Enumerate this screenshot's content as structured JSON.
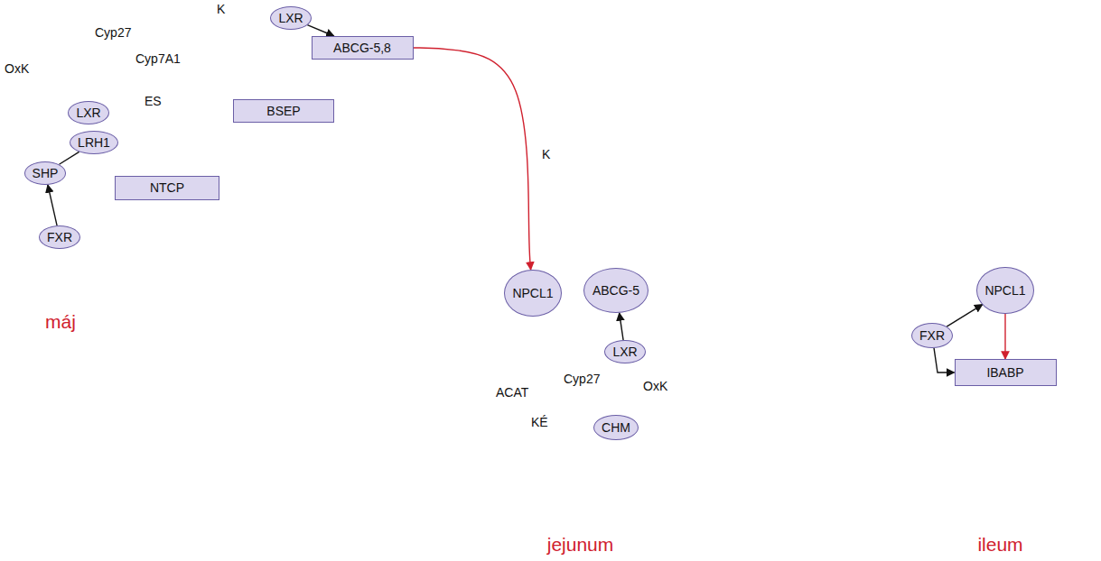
{
  "diagram": {
    "nodes": [
      {
        "text": [
          "máj"
        ]
      },
      {
        "text": [
          "LXR"
        ],
        "in": 0
      },
      {
        "text": [
          "ABCG-5,8"
        ],
        "in": 0
      },
      {
        "text": [
          "LXR"
        ],
        "in": 0
      },
      {
        "text": [
          "LRH1"
        ],
        "in": 0
      },
      {
        "text": [
          "SHP"
        ],
        "in": 0
      },
      {
        "text": [
          "FXR"
        ],
        "in": 0
      },
      {
        "text": [
          "BSEP"
        ],
        "in": 0
      },
      {
        "text": [
          "NTCP"
        ],
        "in": 0
      },
      {
        "text": [
          "jejunum"
        ]
      },
      {
        "text": [
          "NPCL1"
        ],
        "in": 9
      },
      {
        "text": [
          "ABCG-5"
        ],
        "in": 9
      },
      {
        "text": [
          "LXR"
        ],
        "in": 9
      },
      {
        "text": [
          "CHM"
        ],
        "in": 9
      },
      {
        "text": [
          "ileum"
        ]
      },
      {
        "text": [
          "NPCL1"
        ],
        "in": 14
      },
      {
        "text": [
          "FXR"
        ],
        "in": 14
      },
      {
        "text": [
          "IBABP"
        ],
        "in": 14
      }
    ],
    "edges": [
      {
        "from": 1,
        "to": 2,
        "arrow": "to"
      },
      {
        "from": 4,
        "to": 5,
        "arrow": "none"
      },
      {
        "from": 6,
        "to": 5,
        "arrow": "to"
      },
      {
        "from": 2,
        "to": 10,
        "arrow": "to"
      },
      {
        "from": 12,
        "to": 11,
        "arrow": "to"
      },
      {
        "from": 16,
        "to": 15,
        "arrow": "to"
      },
      {
        "from": 16,
        "to": 17,
        "arrow": "to"
      },
      {
        "from": 15,
        "to": 17,
        "arrow": "to"
      }
    ],
    "labels": [
      "K",
      "Cyp27",
      "OxK",
      "Cyp7A1",
      "ES",
      "K",
      "ACAT",
      "Cyp27",
      "KÉ",
      "OxK"
    ]
  }
}
